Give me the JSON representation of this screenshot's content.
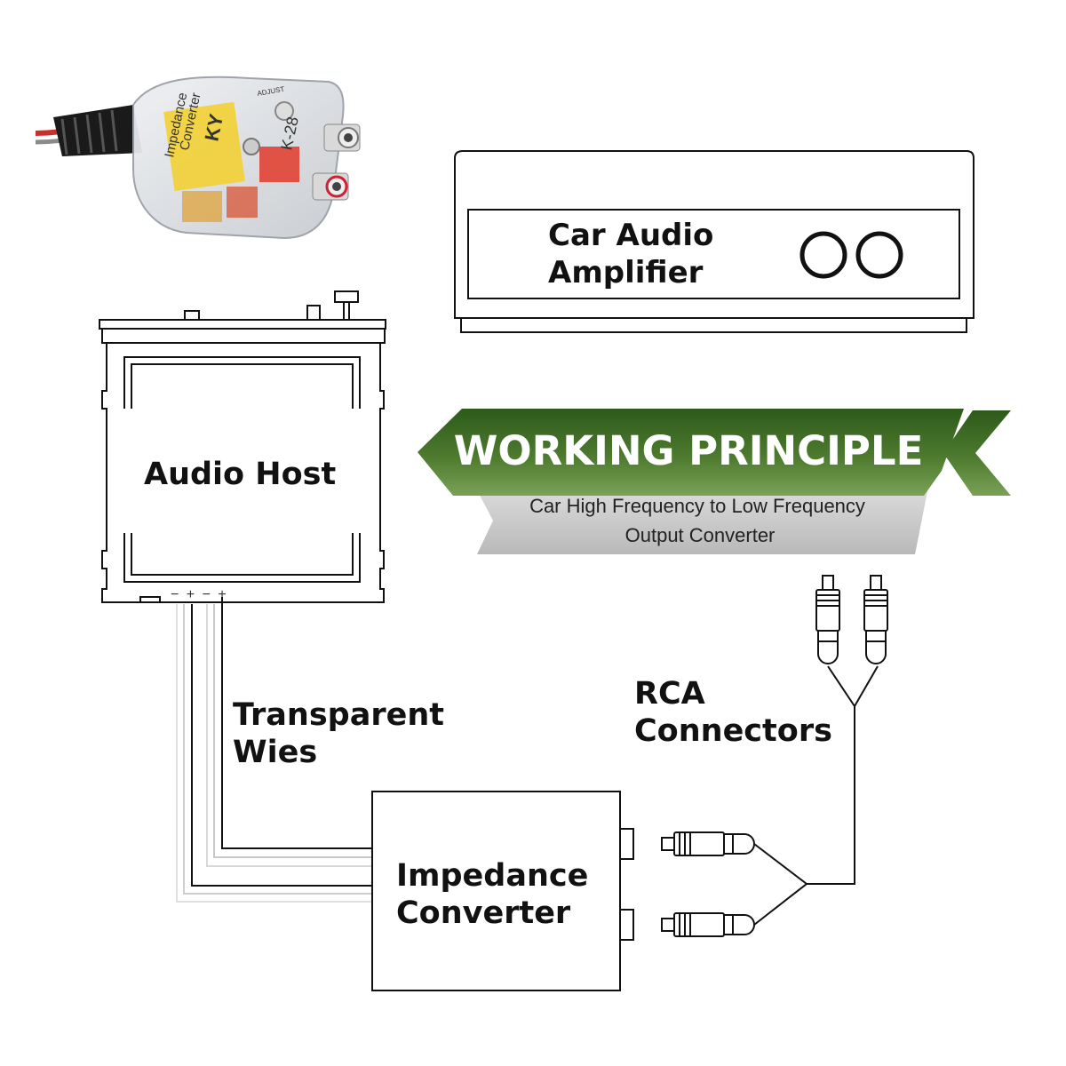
{
  "banner": {
    "title": "WORKING PRINCIPLE",
    "subtitle_line1": "Car High Frequency to Low Frequency",
    "subtitle_line2": "Output Converter",
    "colors": {
      "green_dark": "#2f5a1c",
      "green_light": "#6e9a4a",
      "gray": "#c9c9c9"
    }
  },
  "product_photo": {
    "label_line1": "Impedance",
    "label_line2": "Converter",
    "model": "K-28",
    "brand_mark": "KY",
    "knob_label": "ADJUST"
  },
  "amplifier": {
    "label_line1": "Car Audio",
    "label_line2": "Amplifier"
  },
  "host": {
    "label": "Audio Host",
    "terminal_signs": "− + − +"
  },
  "wires": {
    "label_line1": "Transparent",
    "label_line2": "Wies"
  },
  "rca": {
    "label_line1": "RCA",
    "label_line2": "Connectors"
  },
  "converter": {
    "label_line1": "Impedance",
    "label_line2": "Converter"
  }
}
